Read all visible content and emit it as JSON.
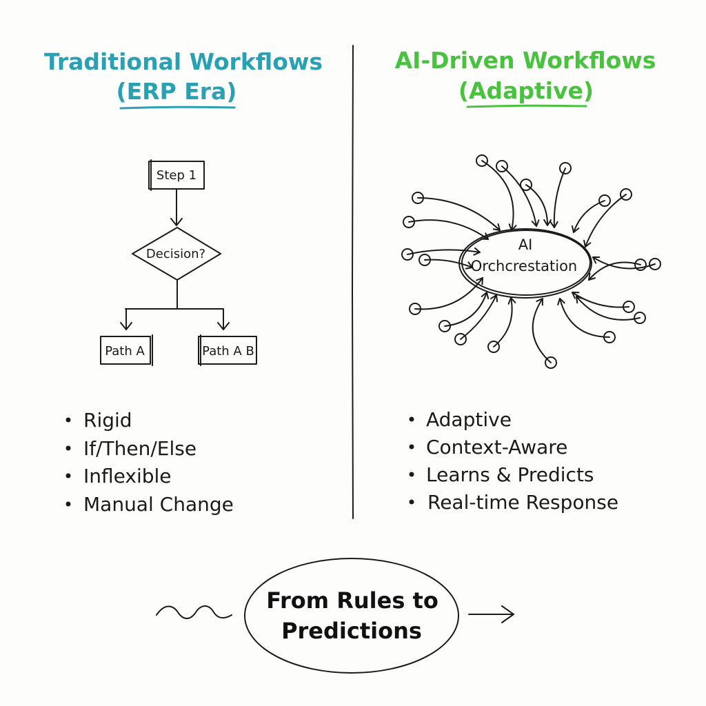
{
  "left_panel": {
    "heading_line1": "Traditional Workflows",
    "heading_line2": "(ERP Era)",
    "heading_color": "#2aa0b3",
    "flowchart": {
      "start_label": "Step 1",
      "decision_label": "Decision?",
      "path_left_label": "Path A",
      "path_right_label": "Path A B"
    },
    "bullets": [
      "Rigid",
      "If/Then/Else",
      "Inflexible",
      "Manual Change"
    ]
  },
  "right_panel": {
    "heading_line1": "AI-Driven Workflows",
    "heading_line2": "(Adaptive)",
    "heading_color": "#49c23f",
    "hub": {
      "label_line1": "AI",
      "label_line2": "Orchcrestation"
    },
    "bullets": [
      "Adaptive",
      "Context-Aware",
      "Learns & Predicts",
      "Real-time Response"
    ]
  },
  "conclusion": {
    "line1": "From Rules to",
    "line2": "Predictions"
  }
}
